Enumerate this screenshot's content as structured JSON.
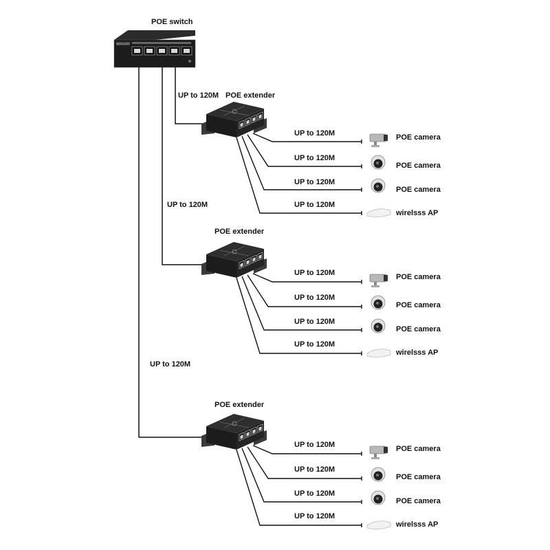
{
  "switch": {
    "title": "POE switch",
    "brand": "MERCURY"
  },
  "trunk_labels": [
    "UP to 120M",
    "UP to 120M",
    "UP to 120M"
  ],
  "extenders": [
    {
      "title": "POE extender",
      "ports": [
        {
          "cable": "UP to 120M",
          "device": "POE camera",
          "icon": "bullet-camera-icon"
        },
        {
          "cable": "UP to 120M",
          "device": "POE camera",
          "icon": "dome-camera-icon"
        },
        {
          "cable": "UP to 120M",
          "device": "POE camera",
          "icon": "dome-camera-icon"
        },
        {
          "cable": "UP to 120M",
          "device": "wirelsss AP",
          "icon": "wireless-ap-icon"
        }
      ]
    },
    {
      "title": "POE extender",
      "ports": [
        {
          "cable": "UP to 120M",
          "device": "POE camera",
          "icon": "bullet-camera-icon"
        },
        {
          "cable": "UP to 120M",
          "device": "POE camera",
          "icon": "dome-camera-icon"
        },
        {
          "cable": "UP to 120M",
          "device": "POE camera",
          "icon": "dome-camera-icon"
        },
        {
          "cable": "UP to 120M",
          "device": "wirelsss AP",
          "icon": "wireless-ap-icon"
        }
      ]
    },
    {
      "title": "POE extender",
      "ports": [
        {
          "cable": "UP to 120M",
          "device": "POE camera",
          "icon": "bullet-camera-icon"
        },
        {
          "cable": "UP to 120M",
          "device": "POE camera",
          "icon": "dome-camera-icon"
        },
        {
          "cable": "UP to 120M",
          "device": "POE camera",
          "icon": "dome-camera-icon"
        },
        {
          "cable": "UP to 120M",
          "device": "wirelsss AP",
          "icon": "wireless-ap-icon"
        }
      ]
    }
  ],
  "colors": {
    "line": "#111111",
    "device_dark": "#1c1c1c",
    "device_mid": "#3a3a3a"
  }
}
